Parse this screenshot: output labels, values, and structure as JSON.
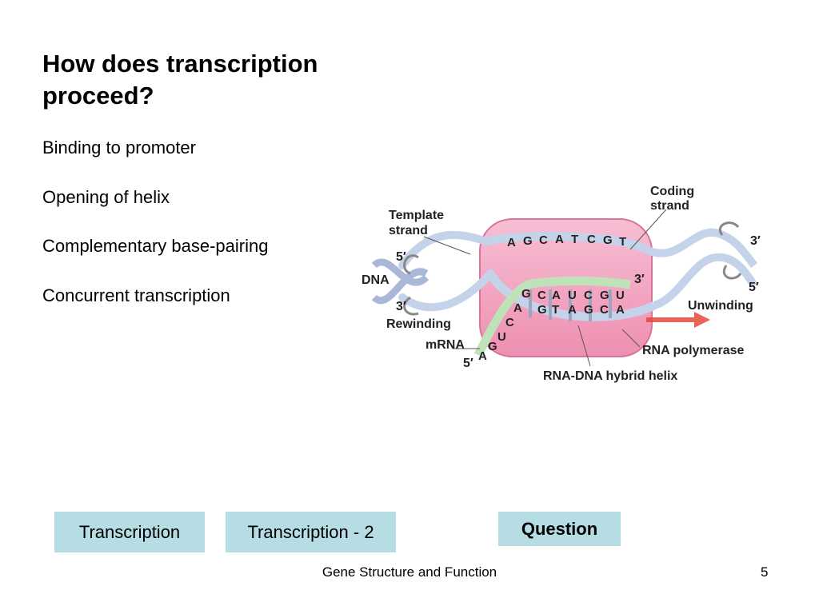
{
  "slide": {
    "title": "How does transcription proceed?",
    "bullets": [
      "Binding to promoter",
      "Opening of helix",
      "Complementary base-pairing",
      "Concurrent transcription"
    ]
  },
  "diagram": {
    "labels": {
      "coding_strand": [
        "Coding",
        "strand"
      ],
      "template_strand": [
        "Template",
        "strand"
      ],
      "dna": "DNA",
      "five_prime": "5′",
      "three_prime": "3′",
      "rewinding": "Rewinding",
      "unwinding": "Unwinding",
      "mrna": "mRNA",
      "rna_polymerase": "RNA polymerase",
      "hybrid_helix": "RNA-DNA hybrid helix"
    },
    "bases": {
      "coding_top": [
        "A",
        "G",
        "C",
        "A",
        "T",
        "C",
        "G",
        "T"
      ],
      "rna_in_bubble": [
        "C",
        "A",
        "U",
        "C",
        "G",
        "U"
      ],
      "template_paired": [
        "G",
        "T",
        "A",
        "G",
        "C",
        "A"
      ],
      "rna_exiting": [
        "G",
        "A",
        "C",
        "U",
        "G",
        "A"
      ]
    },
    "colors": {
      "polymerase": "#f4a9c3",
      "dna_strand": "#c4d2ea",
      "rna_strand": "#bfe2b8",
      "arrow": "#e8473a"
    }
  },
  "nav": {
    "buttons": [
      "Transcription",
      "Transcription - 2",
      "Question"
    ]
  },
  "footer": {
    "title": "Gene Structure and Function",
    "page": "5"
  }
}
